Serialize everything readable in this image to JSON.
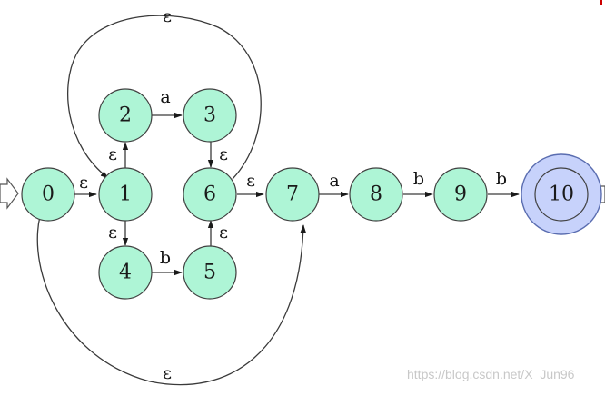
{
  "states": [
    {
      "id": "0",
      "label": "0"
    },
    {
      "id": "1",
      "label": "1"
    },
    {
      "id": "2",
      "label": "2"
    },
    {
      "id": "3",
      "label": "3"
    },
    {
      "id": "4",
      "label": "4"
    },
    {
      "id": "5",
      "label": "5"
    },
    {
      "id": "6",
      "label": "6"
    },
    {
      "id": "7",
      "label": "7"
    },
    {
      "id": "8",
      "label": "8"
    },
    {
      "id": "9",
      "label": "9"
    },
    {
      "id": "10",
      "label": "10",
      "accepting": true
    }
  ],
  "start_state": "0",
  "transitions": [
    {
      "from": "0",
      "to": "1",
      "symbol": "ε"
    },
    {
      "from": "1",
      "to": "2",
      "symbol": "ε"
    },
    {
      "from": "1",
      "to": "4",
      "symbol": "ε"
    },
    {
      "from": "2",
      "to": "3",
      "symbol": "a"
    },
    {
      "from": "4",
      "to": "5",
      "symbol": "b"
    },
    {
      "from": "3",
      "to": "6",
      "symbol": "ε"
    },
    {
      "from": "5",
      "to": "6",
      "symbol": "ε"
    },
    {
      "from": "6",
      "to": "1",
      "symbol": "ε"
    },
    {
      "from": "6",
      "to": "7",
      "symbol": "ε"
    },
    {
      "from": "0",
      "to": "7",
      "symbol": "ε"
    },
    {
      "from": "7",
      "to": "8",
      "symbol": "a"
    },
    {
      "from": "8",
      "to": "9",
      "symbol": "b"
    },
    {
      "from": "9",
      "to": "10",
      "symbol": "b"
    }
  ],
  "colors": {
    "state_fill": "#aef5d6",
    "accept_fill": "#c7d2fb",
    "edge": "#3a3a3a"
  },
  "watermark": "https://blog.csdn.net/X_Jun96"
}
